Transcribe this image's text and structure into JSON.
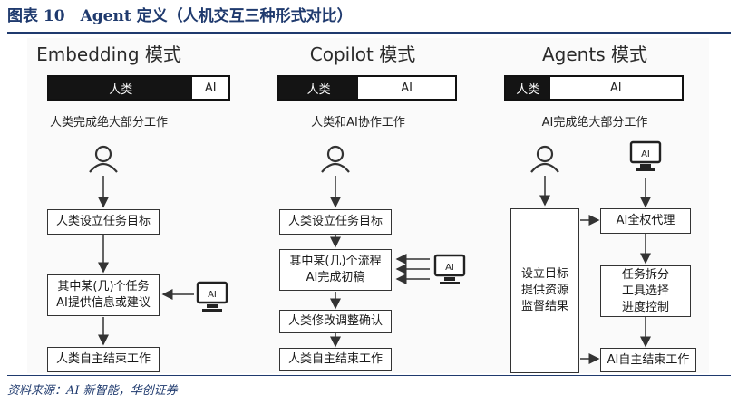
{
  "figure": {
    "title": "图表 10　Agent 定义（人机交互三种形式对比）",
    "source": "资料来源：AI 新智能，华创证券"
  },
  "modes": [
    {
      "title": "Embedding 模式",
      "bar_human": "人类",
      "bar_ai": "AI",
      "ai_share": 0.2,
      "subtitle": "人类完成绝大部分工作",
      "steps": [
        "人类设立任务目标",
        "其中某(几)个任务\nAI提供信息或建议",
        "人类自主结束工作"
      ],
      "ai_icon_label": "AI"
    },
    {
      "title": "Copilot 模式",
      "bar_human": "人类",
      "bar_ai": "AI",
      "ai_share": 0.55,
      "subtitle": "人类和AI协作工作",
      "steps": [
        "人类设立任务目标",
        "其中某(几)个流程\nAI完成初稿",
        "人类修改调整确认",
        "人类自主结束工作"
      ],
      "ai_icon_label": "AI"
    },
    {
      "title": "Agents 模式",
      "bar_human": "人类",
      "bar_ai": "AI",
      "ai_share": 0.75,
      "subtitle": "AI完成绝大部分工作",
      "human_box": "设立目标\n提供资源\n监督结果",
      "steps": [
        "AI全权代理",
        "任务拆分\n工具选择\n进度控制",
        "AI自主结束工作"
      ],
      "ai_icon_label": "AI"
    }
  ]
}
